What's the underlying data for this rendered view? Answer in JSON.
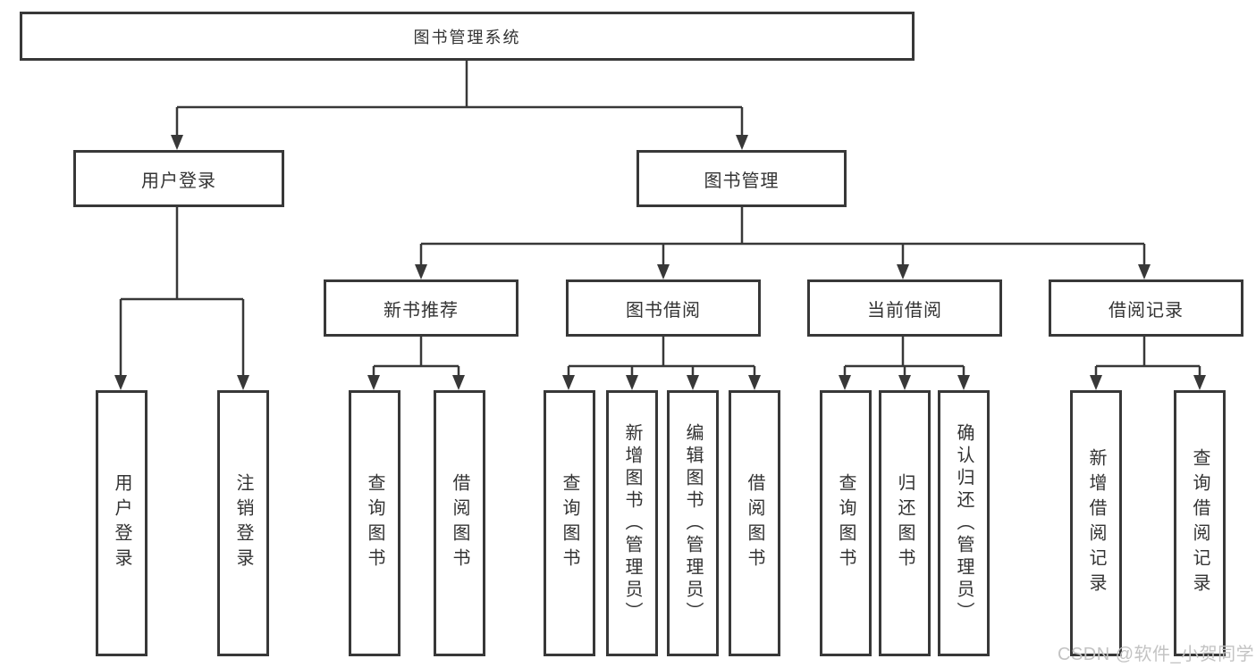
{
  "nodes": {
    "root": "图书管理系统",
    "user_login": "用户登录",
    "book_management": "图书管理",
    "new_book_recommend": "新书推荐",
    "book_borrowing": "图书借阅",
    "current_borrowing": "当前借阅",
    "borrowing_records": "借阅记录"
  },
  "leaves": {
    "user_login_1": "用户登录",
    "user_login_2": "注销登录",
    "new_book_1": "查询图书",
    "new_book_2": "借阅图书",
    "borrow_1": "查询图书",
    "borrow_2": "新增图书（管理员）",
    "borrow_3": "编辑图书（管理员）",
    "borrow_4": "借阅图书",
    "current_1": "查询图书",
    "current_2": "归还图书",
    "current_3": "确认归还（管理员）",
    "records_1": "新增借阅记录",
    "records_2": "查询借阅记录"
  },
  "watermark": "CSDN @软件_小贺同学",
  "colors": {
    "line": "#383838",
    "border": "#383838",
    "text": "#333333",
    "box_fill": "#ffffff",
    "background": "#ffffff",
    "watermark": "#c3c3c3"
  }
}
